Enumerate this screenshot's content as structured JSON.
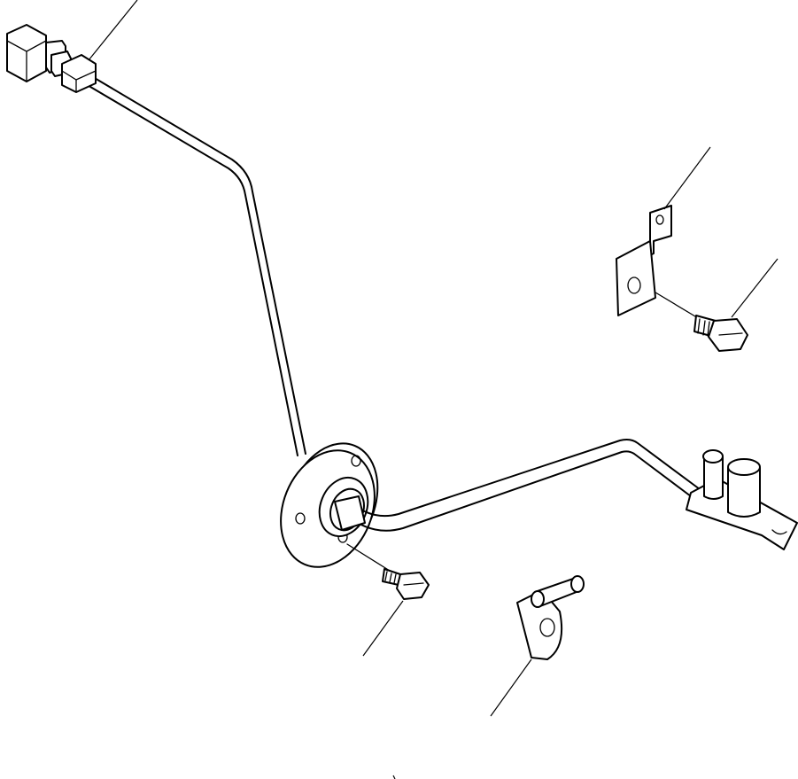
{
  "diagram": {
    "kind": "exploded parts illustration",
    "parts": [
      {
        "id": "connector",
        "icon": "connector-icon"
      },
      {
        "id": "grommet",
        "icon": "grommet-icon"
      },
      {
        "id": "sensor-cable",
        "icon": "cable-icon"
      },
      {
        "id": "flange",
        "icon": "flange-icon"
      },
      {
        "id": "sensor",
        "icon": "sensor-icon"
      },
      {
        "id": "bracket",
        "icon": "bracket-icon"
      },
      {
        "id": "bolt",
        "icon": "bolt-icon"
      },
      {
        "id": "clip",
        "icon": "clip-icon"
      }
    ],
    "leader_count": 6,
    "stroke_color": "#000000",
    "background_color": "#ffffff"
  }
}
